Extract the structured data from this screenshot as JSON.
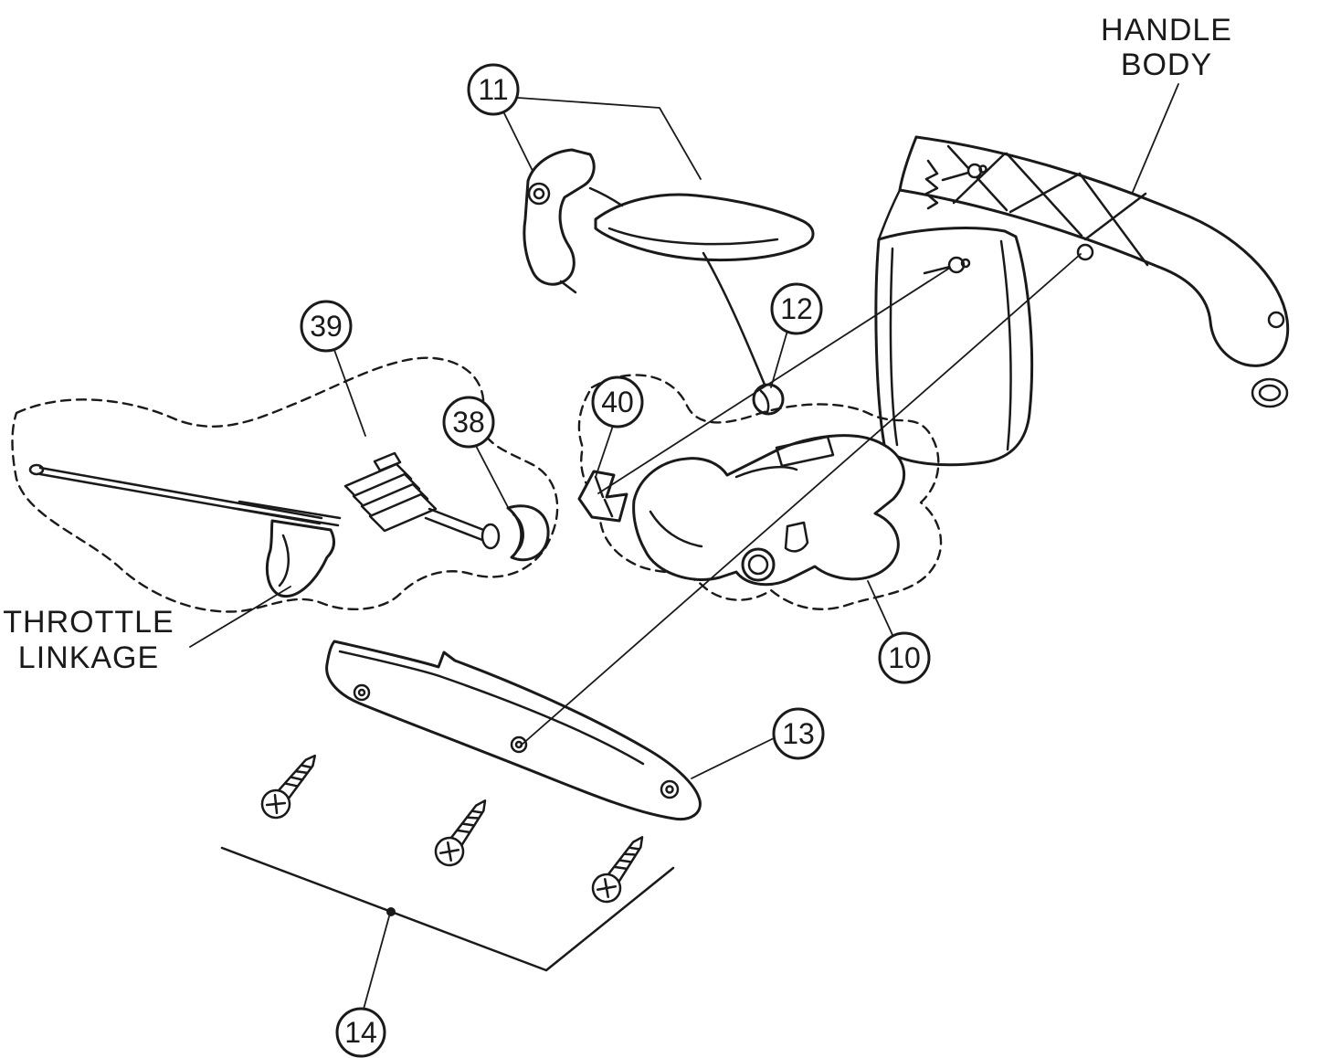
{
  "diagram": {
    "type": "exploded-parts-diagram",
    "labels": {
      "handle_body": [
        "HANDLE",
        "BODY"
      ],
      "throttle_linkage": [
        "THROTTLE",
        "LINKAGE"
      ]
    },
    "callouts": [
      {
        "number": "11"
      },
      {
        "number": "12"
      },
      {
        "number": "39"
      },
      {
        "number": "38"
      },
      {
        "number": "40"
      },
      {
        "number": "10"
      },
      {
        "number": "13"
      },
      {
        "number": "14"
      }
    ],
    "colors": {
      "line": "#1a1a1a",
      "background": "#ffffff"
    }
  }
}
